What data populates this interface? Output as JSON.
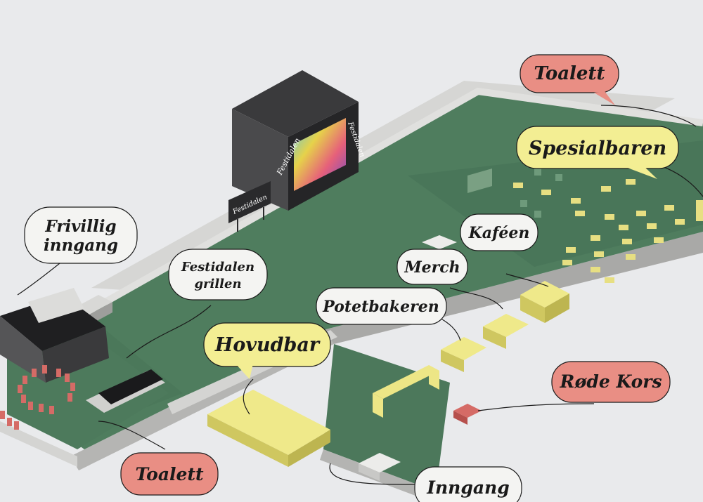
{
  "map": {
    "brand": "Festidalen",
    "labels": {
      "toalett_top": "Toalett",
      "spesialbaren": "Spesialbaren",
      "frivillig_line1": "Frivillig",
      "frivillig_line2": "inngang",
      "festidalen_line1": "Festidalen",
      "festidalen_line2": "grillen",
      "kafeen": "Kaféen",
      "merch": "Merch",
      "potetbakeren": "Potetbakeren",
      "hovudbar": "Hovudbar",
      "rode_kors": "Røde Kors",
      "toalett_bottom": "Toalett",
      "inngang": "Inngang"
    }
  },
  "colors": {
    "ground": "#4f7d5e",
    "ground_dark": "#3f6a4f",
    "wall_top": "#d4d4d2",
    "wall_side": "#a8a8a6",
    "bar_yellow": "#efe98a",
    "bar_yellow_side": "#cfc760",
    "bubble_white": "#f4f4f2",
    "bubble_yellow": "#f3ee93",
    "bubble_red": "#e98e84",
    "toilet_red": "#d56b66",
    "stage_dark": "#2c2c2e"
  }
}
